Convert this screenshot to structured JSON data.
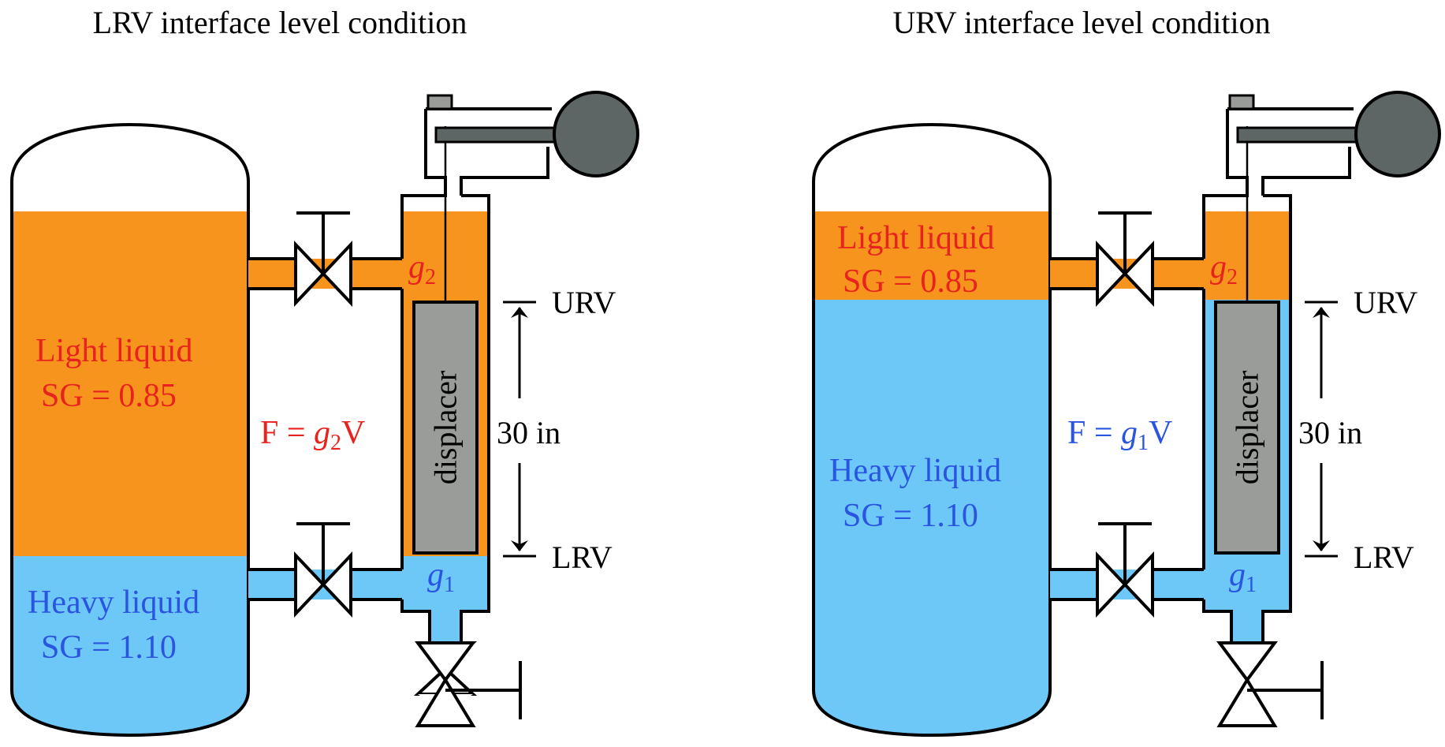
{
  "colors": {
    "light_liquid": "#F7941D",
    "heavy_liquid": "#6DC8F8",
    "displacer": "#9A9C99",
    "transmitter": "#5E6565",
    "red_text": "#E8231F",
    "blue_text": "#2A55E0",
    "outline": "#000000"
  },
  "panels": {
    "left": {
      "title": "LRV interface level condition",
      "light": {
        "name": "Light liquid",
        "sg": "SG = 0.85"
      },
      "heavy": {
        "name": "Heavy liquid",
        "sg": "SG = 1.10"
      },
      "force": {
        "prefix": "F = ",
        "var": "g",
        "sub": "2",
        "suffix": "V"
      },
      "g_upper": {
        "var": "g",
        "sub": "2"
      },
      "g_lower": {
        "var": "g",
        "sub": "1"
      },
      "displacer": "displacer",
      "span": "30 in",
      "urv": "URV",
      "lrv": "LRV"
    },
    "right": {
      "title": "URV interface level condition",
      "light": {
        "name": "Light liquid",
        "sg": "SG = 0.85"
      },
      "heavy": {
        "name": "Heavy liquid",
        "sg": "SG = 1.10"
      },
      "force": {
        "prefix": "F = ",
        "var": "g",
        "sub": "1",
        "suffix": "V"
      },
      "g_upper": {
        "var": "g",
        "sub": "2"
      },
      "g_lower": {
        "var": "g",
        "sub": "1"
      },
      "displacer": "displacer",
      "span": "30 in",
      "urv": "URV",
      "lrv": "LRV"
    }
  }
}
